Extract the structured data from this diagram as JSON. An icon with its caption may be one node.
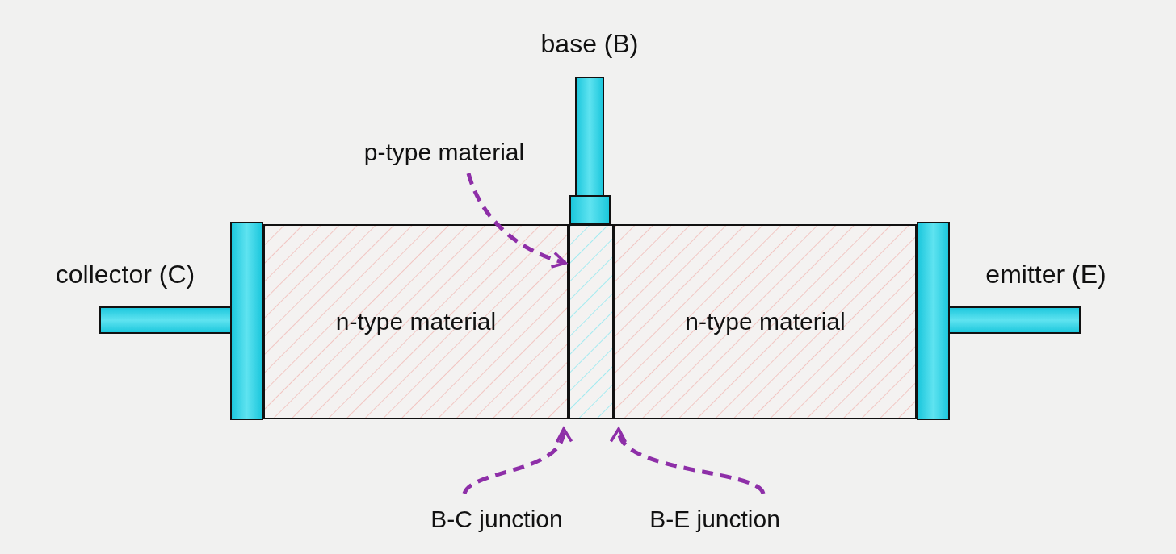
{
  "diagram": {
    "nodes": [
      {
        "text": [
          "n-type material"
        ]
      },
      {
        "text": [],
        "shape": "box"
      },
      {
        "text": [
          "n-type material"
        ]
      },
      {
        "text": [
          "p-type material"
        ]
      },
      {
        "text": [
          "B-C junction"
        ]
      },
      {
        "text": [
          "B-E junction"
        ]
      }
    ],
    "edges": [
      {
        "from": 3,
        "to": 1,
        "arrow": "to",
        "style": "dashed",
        "color": "#8e2fa8"
      },
      {
        "from": 4,
        "to": 1,
        "arrow": "to",
        "style": "dashed",
        "color": "#8e2fa8"
      },
      {
        "from": 5,
        "to": 1,
        "arrow": "to",
        "style": "dashed",
        "color": "#8e2fa8"
      }
    ],
    "labels": [
      "base (B)",
      "collector (C)",
      "emitter (E)"
    ]
  }
}
